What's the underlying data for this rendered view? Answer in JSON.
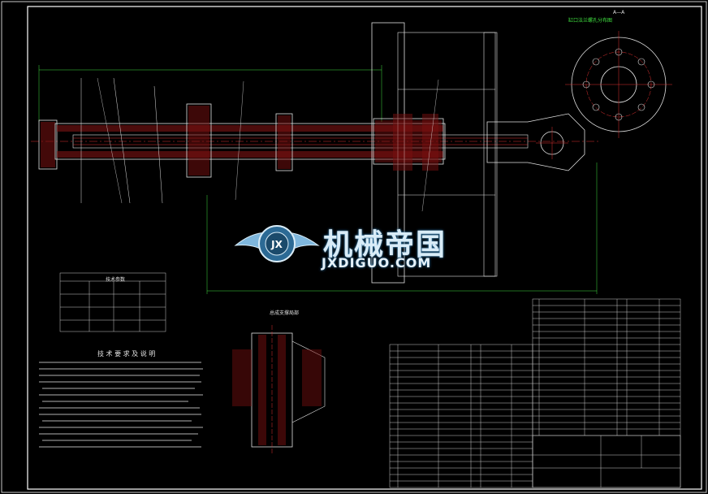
{
  "drawing": {
    "view_label": "A—A",
    "view_title": "缸口法兰螺孔分布图",
    "section_title": "总成支撑局部",
    "tech_table_title": "技术参数",
    "notes_title": "技 术 要 求 及 说 明",
    "logo": {
      "name": "机械帝国",
      "domain": "JXDIGUO.COM",
      "emblem": "JX"
    },
    "colors": {
      "frame": "#ffffff",
      "outline": "#e0e0e0",
      "hatch": "#e03030",
      "center": "#e03030",
      "dim": "#40e040",
      "table": "#c8c8c8",
      "logo": "#7fb7dd"
    }
  }
}
